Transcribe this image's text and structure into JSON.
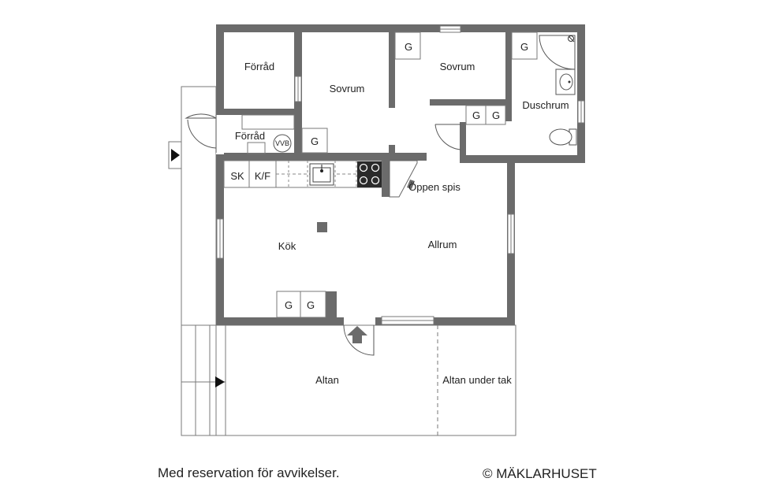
{
  "rooms": {
    "forrad_top": "Förråd",
    "forrad_small": "Förråd",
    "sovrum_1": "Sovrum",
    "sovrum_2": "Sovrum",
    "duschrum": "Duschrum",
    "kok": "Kök",
    "allrum": "Allrum",
    "oppen_spis": "Öppen spis",
    "altan": "Altan",
    "altan_under_tak": "Altan under tak"
  },
  "fixtures": {
    "vvb": "VVB",
    "sk": "SK",
    "kf": "K/F",
    "g": "G"
  },
  "footer": {
    "disclaimer": "Med reservation för avvikelser.",
    "brand": "© MÄKLARHUSET"
  }
}
